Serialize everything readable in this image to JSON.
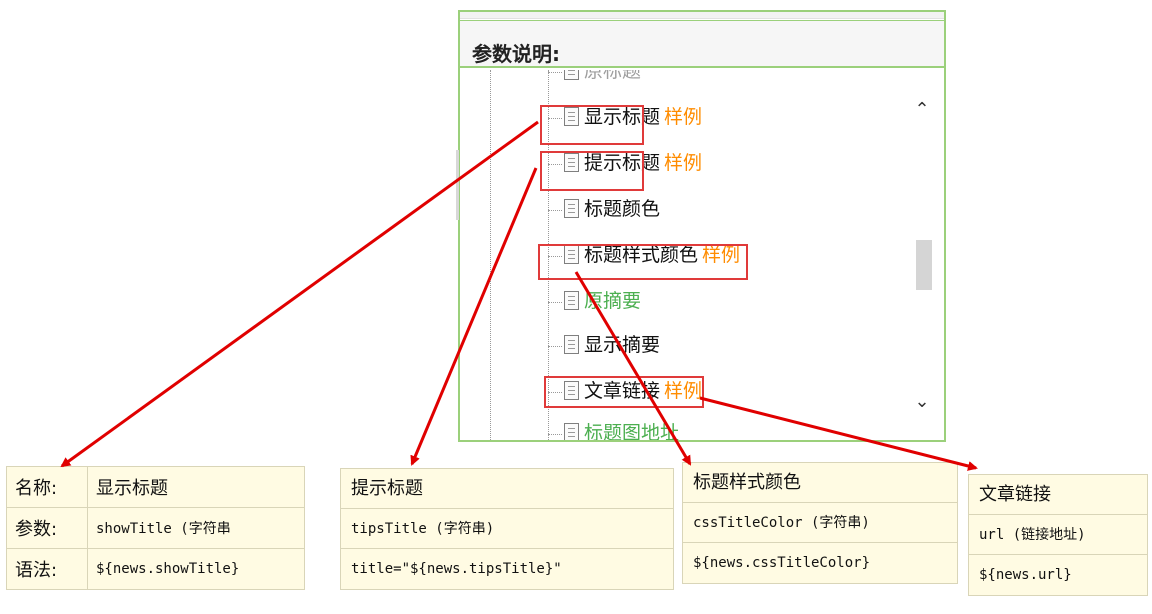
{
  "panel": {
    "header": "参数说明:",
    "tree_items": [
      {
        "label": "原标题",
        "color": "gray",
        "sample": ""
      },
      {
        "label": "显示标题",
        "color": "black",
        "sample": "样例"
      },
      {
        "label": "提示标题",
        "color": "black",
        "sample": "样例"
      },
      {
        "label": "标题颜色",
        "color": "black",
        "sample": ""
      },
      {
        "label": "标题样式颜色",
        "color": "black",
        "sample": "样例"
      },
      {
        "label": "原摘要",
        "color": "green",
        "sample": ""
      },
      {
        "label": "显示摘要",
        "color": "black",
        "sample": ""
      },
      {
        "label": "文章链接",
        "color": "black",
        "sample": "样例"
      },
      {
        "label": "标题图地址",
        "color": "green",
        "sample": ""
      }
    ],
    "scroll_up_icon": "chevron-up-icon",
    "scroll_down_icon": "chevron-down-icon"
  },
  "cards": {
    "show_title": {
      "name_label": "名称:",
      "name_value": "显示标题",
      "param_label": "参数:",
      "param_value": "showTitle (字符串",
      "syntax_label": "语法:",
      "syntax_value": "${news.showTitle}"
    },
    "tips_title": {
      "name": "提示标题",
      "param": "tipsTitle (字符串)",
      "syntax": "title=\"${news.tipsTitle}\""
    },
    "css_title_color": {
      "name": "标题样式颜色",
      "param": "cssTitleColor (字符串)",
      "syntax": "${news.cssTitleColor}"
    },
    "url": {
      "name": "文章链接",
      "param": "url (链接地址)",
      "syntax": "${news.url}"
    }
  },
  "colors": {
    "panel_border": "#9bd07b",
    "highlight_box": "#e03a3a",
    "arrow": "#e00000",
    "sample_link": "#ff8c00",
    "green_item": "#4caf50",
    "card_bg": "#fffbe3"
  }
}
